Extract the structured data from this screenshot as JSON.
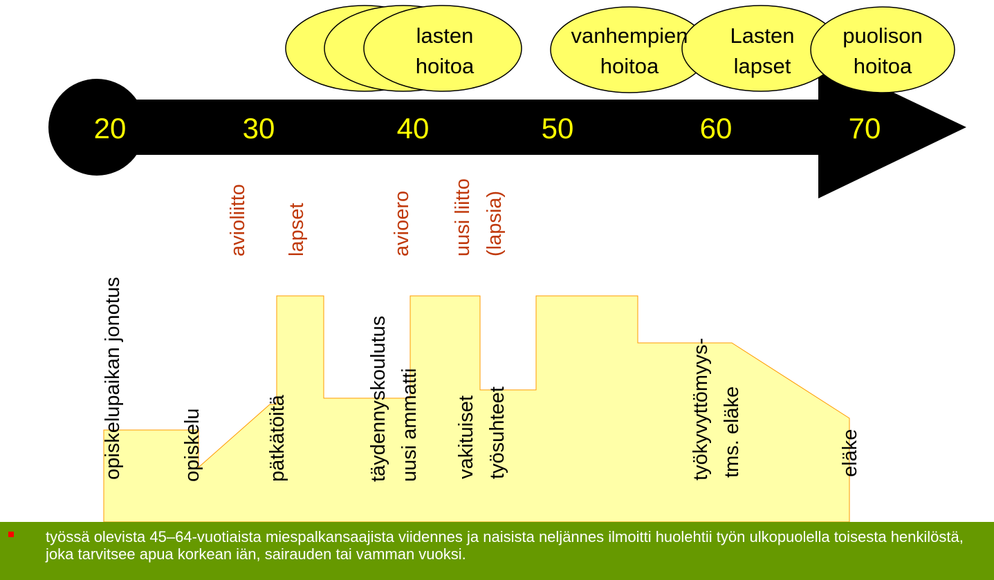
{
  "timeline": {
    "ages": [
      "20",
      "30",
      "40",
      "50",
      "60",
      "70"
    ]
  },
  "care_bubbles": {
    "stack_top": "lasten",
    "stack_bottom": "hoitoa",
    "parents_top": "vanhempien",
    "parents_bottom": "hoitoa",
    "grandkids_top": "Lasten",
    "grandkids_bottom": "lapset",
    "spouse_top": "puolison",
    "spouse_bottom": "hoitoa"
  },
  "life_events": {
    "marriage": "avioliitto",
    "children": "lapset",
    "divorce": "avioero",
    "remarriage_1": "uusi liitto",
    "remarriage_2": "(lapsia)"
  },
  "work_phases": {
    "queue": "opiskelupaikan jonotus",
    "study": "opiskelu",
    "temp_jobs": "pätkätöitä",
    "training_1": "täydennyskoulutus",
    "training_2": "uusi ammatti",
    "permanent_1": "vakituiset",
    "permanent_2": "työsuhteet",
    "disability_1": "työkyvyttömyys-",
    "disability_2": "tms. eläke",
    "pension": "eläke"
  },
  "footer": {
    "text": "työssä olevista 45–64-vuotiaista miespalkansaajista viidennes ja naisista neljännes ilmoitti huolehtii työn ulkopuolella toisesta henkilöstä, joka tarvitsee apua korkean iän, sairauden tai vamman vuoksi."
  },
  "colors": {
    "footer_bg": "#669900",
    "bubble_fill": "#ffff66",
    "arrow": "#000000",
    "age_text": "#ffff00",
    "event_text": "#c0390b",
    "area_fill": "#ffffa8",
    "area_stroke": "#ff9900"
  }
}
